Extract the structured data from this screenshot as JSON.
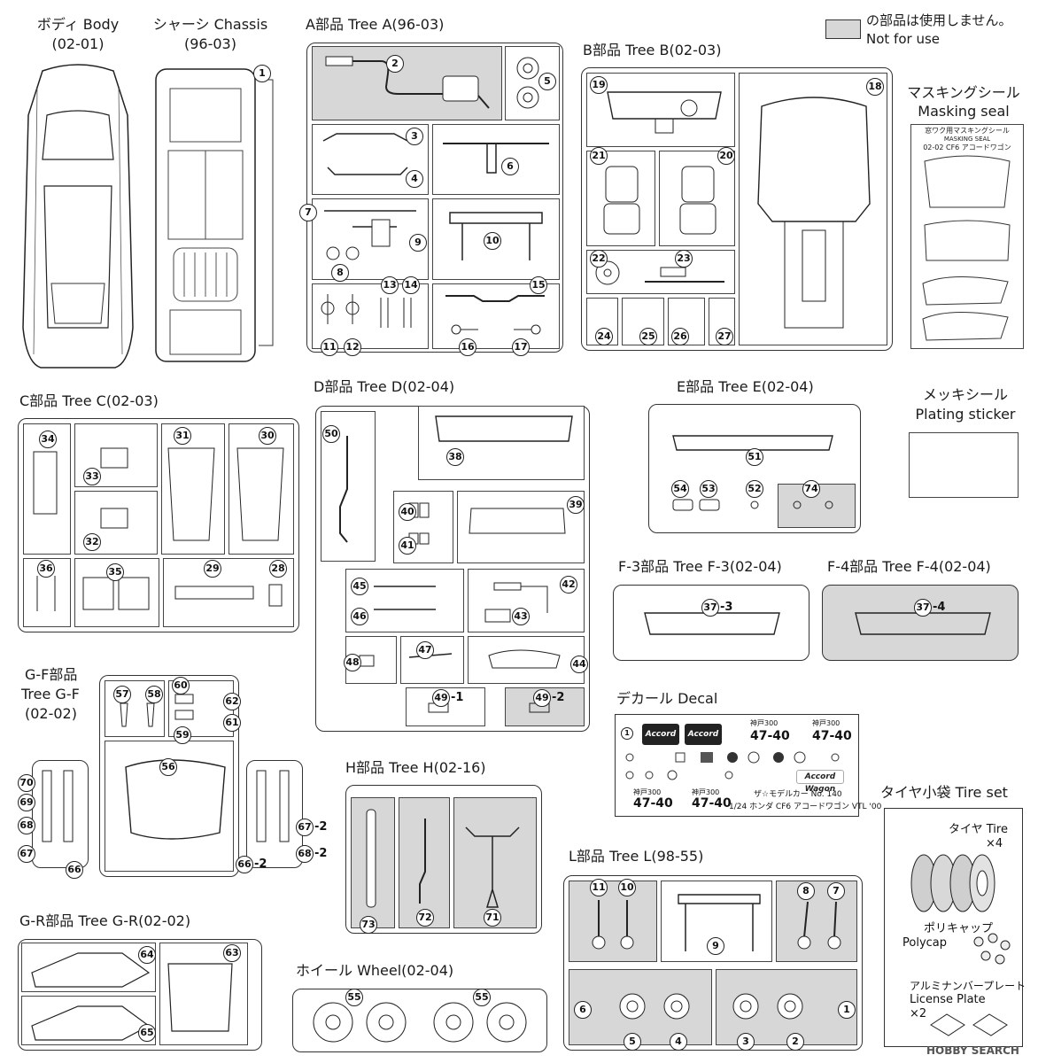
{
  "legend": {
    "line1": "の部品は使用しません。",
    "line2": "Not for use",
    "swatch_color": "#d7d7d7"
  },
  "headers": {
    "body_jp": "ボディ Body",
    "body_code": "(02-01)",
    "chassis_jp": "シャーシ Chassis",
    "chassis_code": "(96-03)",
    "tree_a": "A部品 Tree A(96-03)",
    "tree_b": "B部品 Tree B(02-03)",
    "masking_jp": "マスキングシール",
    "masking_en": "Masking seal",
    "tree_c": "C部品 Tree C(02-03)",
    "tree_d": "D部品 Tree D(02-04)",
    "tree_e": "E部品 Tree E(02-04)",
    "plating_jp": "メッキシール",
    "plating_en": "Plating sticker",
    "tree_f3": "F-3部品 Tree F-3(02-04)",
    "tree_f4": "F-4部品 Tree F-4(02-04)",
    "tree_gf_1": "G-F部品",
    "tree_gf_2": "Tree G-F",
    "tree_gf_3": "(02-02)",
    "decal": "デカール Decal",
    "tree_h": "H部品 Tree H(02-16)",
    "tire_set": "タイヤ小袋 Tire set",
    "tree_l": "L部品 Tree L(98-55)",
    "tree_gr": "G-R部品 Tree G-R(02-02)",
    "wheel": "ホイール Wheel(02-04)"
  },
  "masking_seal": {
    "title1": "窓ワク用マスキングシール",
    "title2": "MASKING SEAL",
    "title3": "02-02 CF6 アコードワゴン"
  },
  "decal_sheet": {
    "logo1": "Accord Wagon",
    "logo2": "Accord Wagon",
    "logo3": "Accord Wagon",
    "plate_a": "47-40",
    "plate_b": "47-40",
    "plate_c": "47-40",
    "plate_d": "47-40",
    "plate_city": "神戸300",
    "footer1": "ザ☆モデルカー No. 140",
    "footer2": "1/24 ホンダ CF6 アコードワゴン VTL '00"
  },
  "tire_set": {
    "tire_jp": "タイヤ Tire",
    "tire_qty": "×4",
    "polycap_jp": "ポリキャップ",
    "polycap_en": "Polycap",
    "plate_jp": "アルミナンバープレート",
    "plate_en": "License Plate",
    "plate_qty": "×2"
  },
  "part_suffixes": {
    "s37_3": "-3",
    "s37_4": "-4",
    "s49_1": "-1",
    "s49_2": "-2",
    "s66_2": "-2",
    "s67_2": "-2",
    "s68_2": "-2"
  },
  "watermark": "HOBBY SEARCH",
  "parts": [
    "1",
    "2",
    "3",
    "4",
    "5",
    "6",
    "7",
    "8",
    "9",
    "10",
    "11",
    "12",
    "13",
    "14",
    "15",
    "16",
    "17",
    "18",
    "19",
    "20",
    "21",
    "22",
    "23",
    "24",
    "25",
    "26",
    "27",
    "28",
    "29",
    "30",
    "31",
    "32",
    "33",
    "34",
    "35",
    "36",
    "37",
    "38",
    "39",
    "40",
    "41",
    "42",
    "43",
    "44",
    "45",
    "46",
    "47",
    "48",
    "49",
    "50",
    "51",
    "52",
    "53",
    "54",
    "55",
    "56",
    "57",
    "58",
    "59",
    "60",
    "61",
    "62",
    "63",
    "64",
    "65",
    "66",
    "67",
    "68",
    "69",
    "70",
    "71",
    "72",
    "73",
    "74"
  ]
}
